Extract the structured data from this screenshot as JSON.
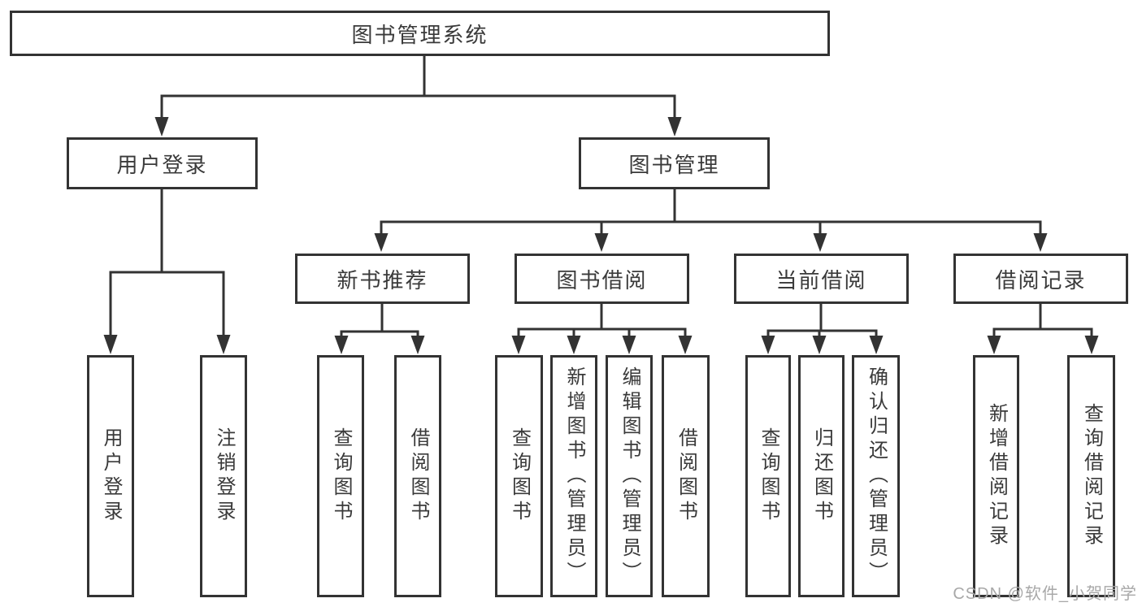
{
  "title": "图书管理系统",
  "watermark": "CSDN @软件_小贺同学",
  "colors": {
    "line": "#333333",
    "box_border": "#333333",
    "text": "#3a3a3a",
    "background": "#ffffff",
    "watermark": "#a8a8a8"
  },
  "nodes": {
    "root": "图书管理系统",
    "user_login": "用户登录",
    "book_mgmt": "图书管理",
    "new_book_rec": "新书推荐",
    "book_borrow": "图书借阅",
    "current_borrow": "当前借阅",
    "borrow_records": "借阅记录",
    "ul_login": "用户登录",
    "ul_logout": "注销登录",
    "nb_query": "查询图书",
    "nb_borrow": "借阅图书",
    "bb_query": "查询图书",
    "bb_add": "新增图书（管理员）",
    "bb_edit": "编辑图书（管理员）",
    "bb_borrow": "借阅图书",
    "cb_query": "查询图书",
    "cb_return": "归还图书",
    "cb_confirm": "确认归还（管理员）",
    "br_add": "新增借阅记录",
    "br_query": "查询借阅记录"
  },
  "hierarchy": {
    "label": "图书管理系统",
    "children": [
      {
        "label": "用户登录",
        "children": [
          {
            "label": "用户登录"
          },
          {
            "label": "注销登录"
          }
        ]
      },
      {
        "label": "图书管理",
        "children": [
          {
            "label": "新书推荐",
            "children": [
              {
                "label": "查询图书"
              },
              {
                "label": "借阅图书"
              }
            ]
          },
          {
            "label": "图书借阅",
            "children": [
              {
                "label": "查询图书"
              },
              {
                "label": "新增图书（管理员）"
              },
              {
                "label": "编辑图书（管理员）"
              },
              {
                "label": "借阅图书"
              }
            ]
          },
          {
            "label": "当前借阅",
            "children": [
              {
                "label": "查询图书"
              },
              {
                "label": "归还图书"
              },
              {
                "label": "确认归还（管理员）"
              }
            ]
          },
          {
            "label": "借阅记录",
            "children": [
              {
                "label": "新增借阅记录"
              },
              {
                "label": "查询借阅记录"
              }
            ]
          }
        ]
      }
    ]
  }
}
